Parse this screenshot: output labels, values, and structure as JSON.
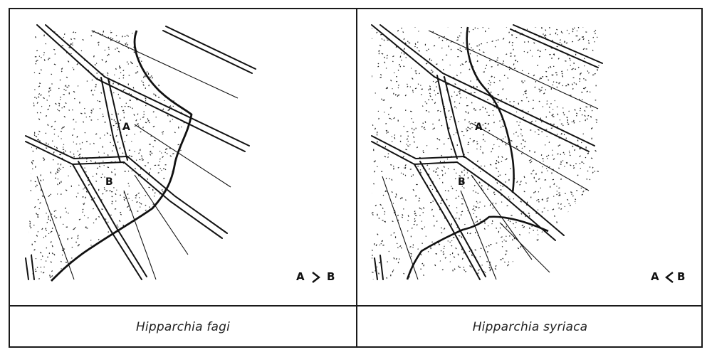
{
  "left_panel": {
    "cell_a_label": "A",
    "cell_b_label": "B",
    "relation_a": "A",
    "relation_b": "B",
    "caption": "Hipparchia fagi"
  },
  "right_panel": {
    "cell_a_label": "A",
    "cell_b_label": "B",
    "relation_a": "A",
    "relation_b": "B",
    "caption": "Hipparchia syriaca"
  }
}
